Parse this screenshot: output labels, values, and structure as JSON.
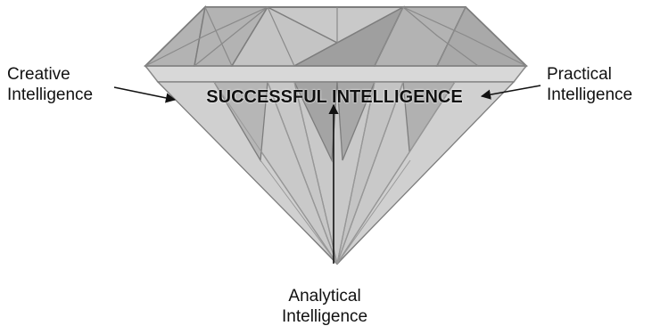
{
  "center_label": "SUCCESSFUL INTELLIGENCE",
  "facets": [
    {
      "id": "creative",
      "lines": [
        "Creative",
        "Intelligence"
      ]
    },
    {
      "id": "practical",
      "lines": [
        "Practical",
        "Intelligence"
      ]
    },
    {
      "id": "analytical",
      "lines": [
        "Analytical",
        "Intelligence"
      ]
    }
  ],
  "colors": {
    "gem_fill": "#bdbdbd",
    "gem_dark": "#8e8e8e",
    "gem_light": "#e6e6e6",
    "ink": "#111111"
  }
}
